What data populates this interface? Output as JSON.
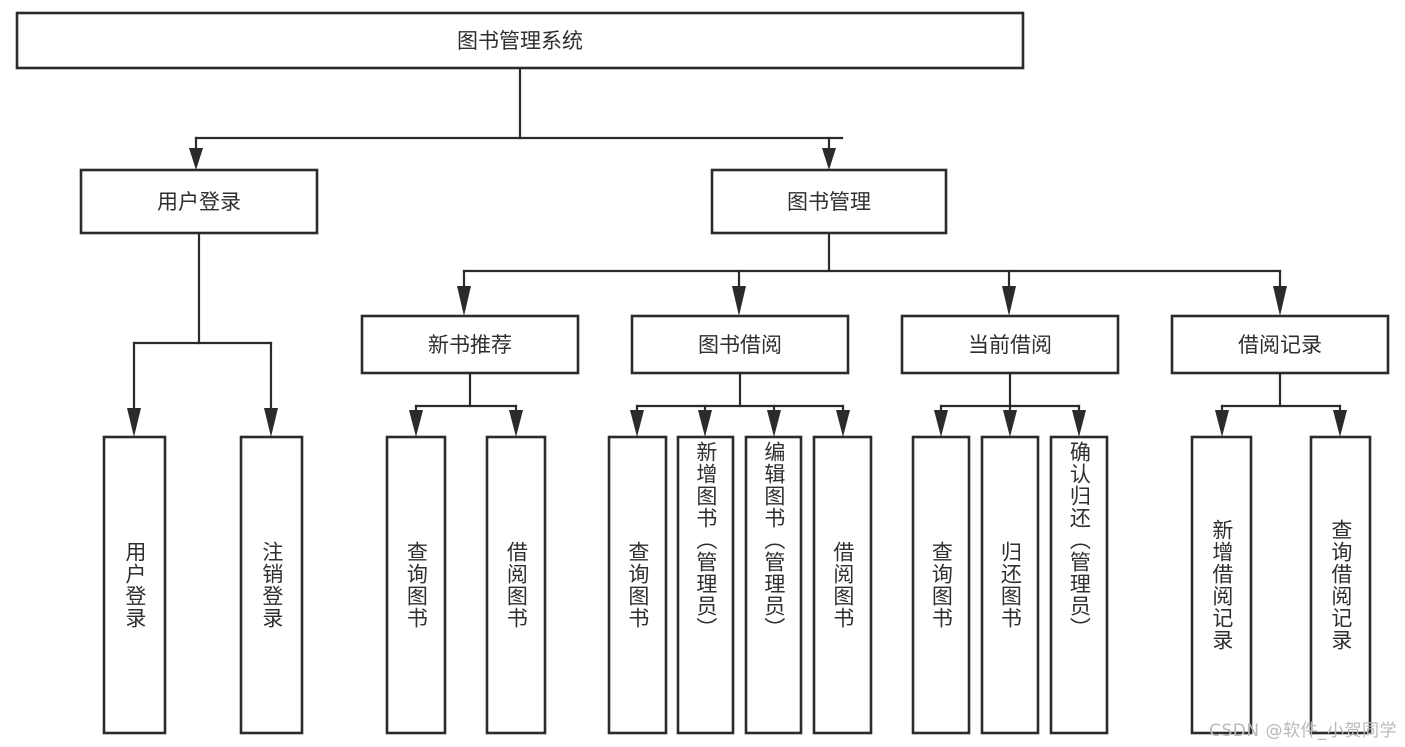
{
  "diagram": {
    "type": "tree-hierarchy",
    "title": "图书管理系统",
    "watermark": "CSDN @软件_小贺同学",
    "colors": {
      "stroke": "#2b2b2b",
      "fill": "#ffffff",
      "text": "#2f2f2f",
      "watermark": "#b9b9b9"
    },
    "root": {
      "label": "图书管理系统"
    },
    "level2": [
      {
        "label": "用户登录"
      },
      {
        "label": "图书管理"
      }
    ],
    "level3": [
      {
        "label": "新书推荐"
      },
      {
        "label": "图书借阅"
      },
      {
        "label": "当前借阅"
      },
      {
        "label": "借阅记录"
      }
    ],
    "leaves": [
      {
        "label": "用户登录",
        "parent": "用户登录"
      },
      {
        "label": "注销登录",
        "parent": "用户登录"
      },
      {
        "label": "查询图书",
        "parent": "新书推荐"
      },
      {
        "label": "借阅图书",
        "parent": "新书推荐"
      },
      {
        "label": "查询图书",
        "parent": "图书借阅"
      },
      {
        "label": "新增图书（管理员）",
        "parent": "图书借阅"
      },
      {
        "label": "编辑图书（管理员）",
        "parent": "图书借阅"
      },
      {
        "label": "借阅图书",
        "parent": "图书借阅"
      },
      {
        "label": "查询图书",
        "parent": "当前借阅"
      },
      {
        "label": "归还图书",
        "parent": "当前借阅"
      },
      {
        "label": "确认归还（管理员）",
        "parent": "当前借阅"
      },
      {
        "label": "新增借阅记录",
        "parent": "借阅记录"
      },
      {
        "label": "查询借阅记录",
        "parent": "借阅记录"
      }
    ]
  }
}
